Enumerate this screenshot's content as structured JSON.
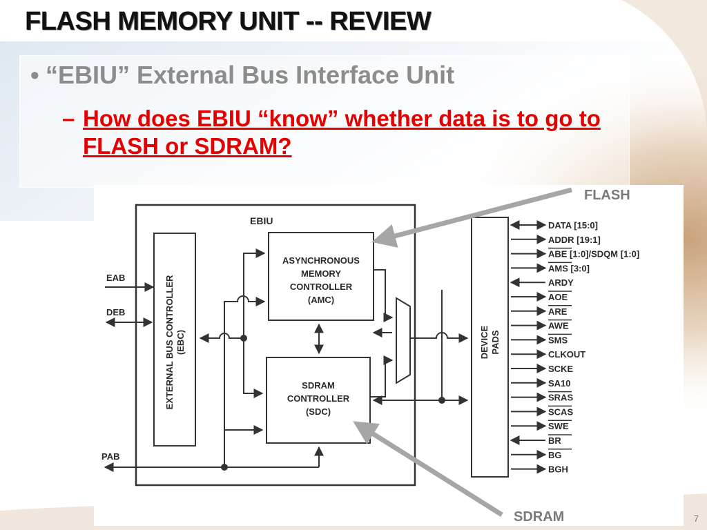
{
  "slide": {
    "title": "FLASH MEMORY UNIT -- REVIEW",
    "bullet": "“EBIU” External Bus Interface Unit",
    "sub_dash": "–",
    "sub_bullet": "How does EBIU “know” whether data is to go to FLASH or SDRAM?",
    "slide_number": "7",
    "colors": {
      "title": "#111111",
      "bullet": "#8c8c8c",
      "question": "#e30000",
      "callout_arrow": "#a6a6a6"
    }
  },
  "diagram": {
    "ebiu_label": "EBIU",
    "ebc": {
      "line1": "EXTERNAL BUS CONTROLLER",
      "line2": "(EBC)"
    },
    "amc": {
      "line1": "ASYNCHRONOUS",
      "line2": "MEMORY",
      "line3": "CONTROLLER",
      "line4": "(AMC)"
    },
    "sdc": {
      "line1": "SDRAM",
      "line2": "CONTROLLER",
      "line3": "(SDC)"
    },
    "device_pads": {
      "line1": "DEVICE",
      "line2": "PADS"
    },
    "left_buses": [
      "EAB",
      "DEB",
      "PAB"
    ],
    "signals": [
      "DATA [15:0]",
      "ADDR [19:1]",
      "ABE [1:0]/SDQM [1:0]",
      "AMS [3:0]",
      "ARDY",
      "AOE",
      "ARE",
      "AWE",
      "SMS",
      "CLKOUT",
      "SCKE",
      "SA10",
      "SRAS",
      "SCAS",
      "SWE",
      "BR",
      "BG",
      "BGH"
    ],
    "callouts": {
      "flash": "FLASH",
      "sdram": "SDRAM"
    }
  }
}
